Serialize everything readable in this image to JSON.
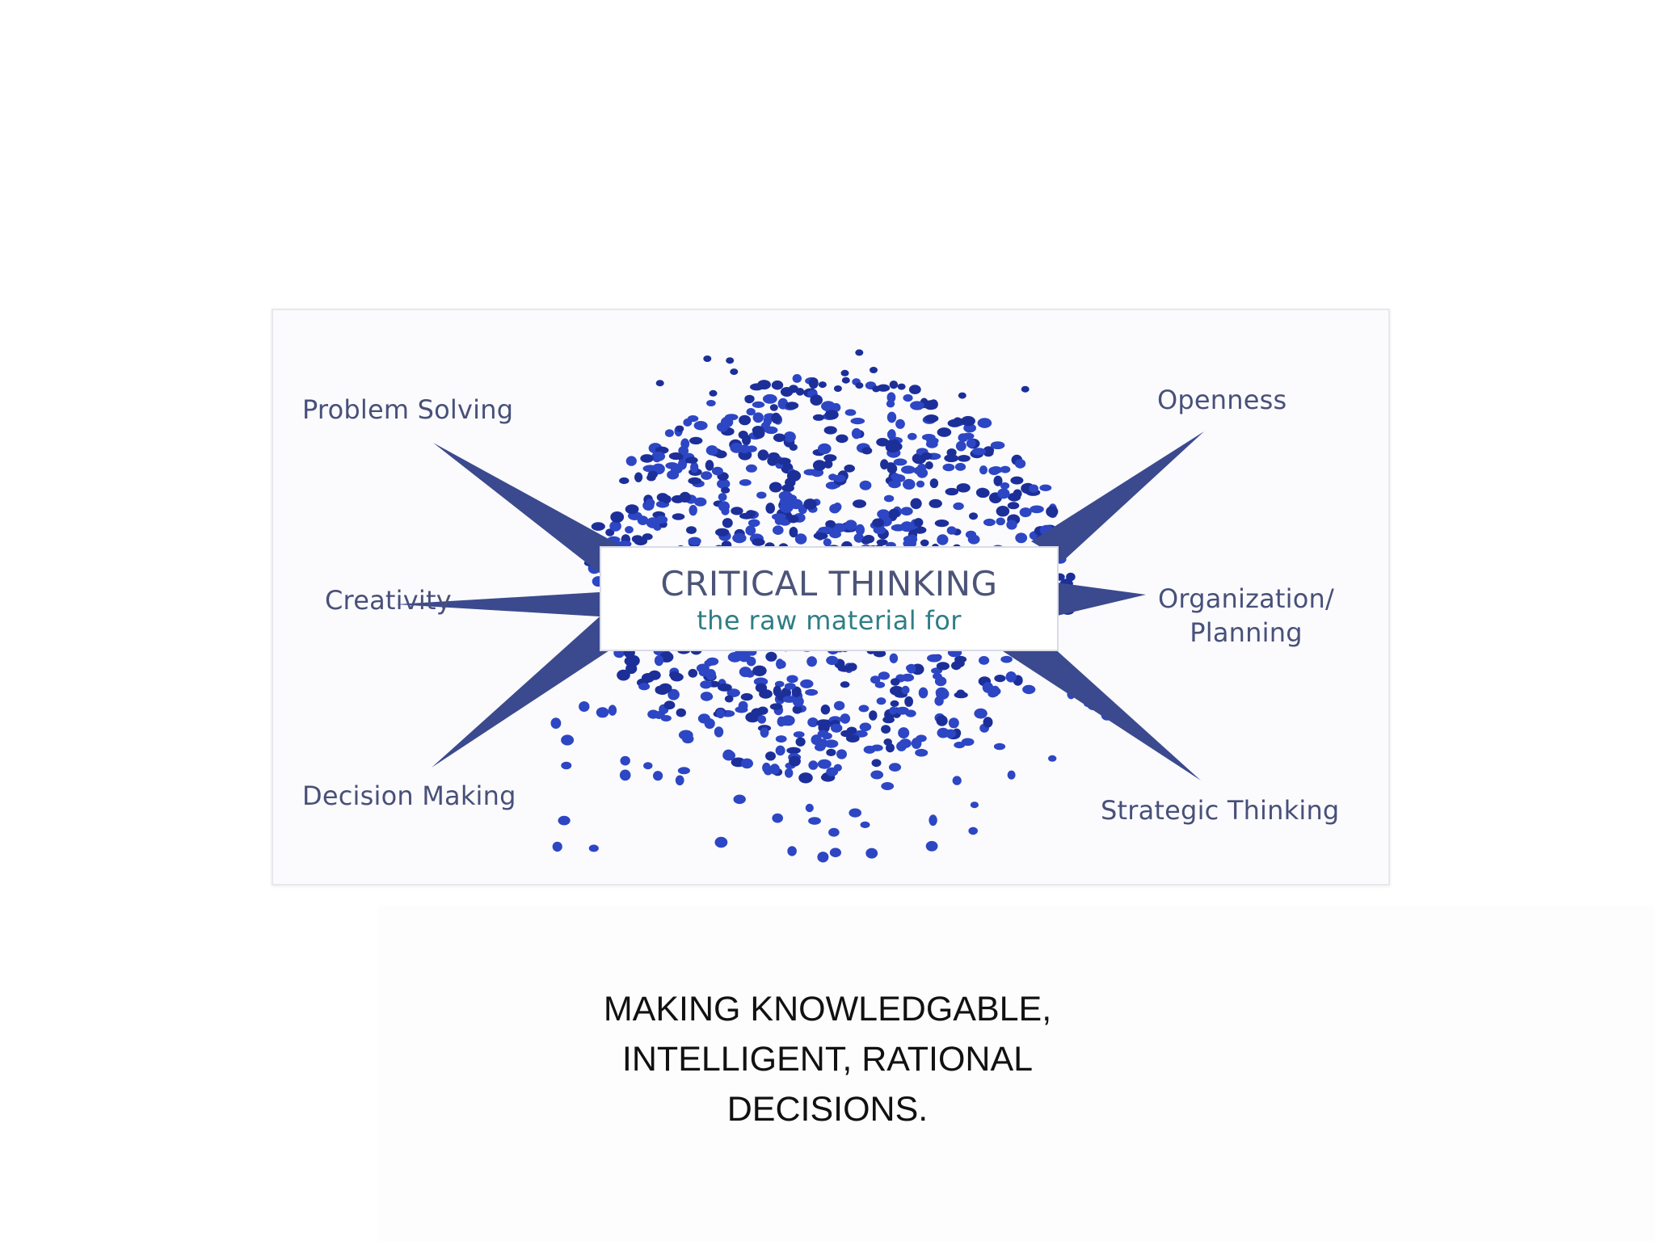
{
  "diagram": {
    "center_title": "CRITICAL THINKING",
    "center_subtitle": "the raw material for",
    "labels": {
      "problem_solving": "Problem Solving",
      "openness": "Openness",
      "creativity": "Creativity",
      "organization_line1": "Organization/",
      "organization_line2": "Planning",
      "decision_making": "Decision Making",
      "strategic_thinking": "Strategic Thinking"
    },
    "colors": {
      "spike": "#3b4a8e",
      "bead": "#2d46c4",
      "bead_dark": "#1c2f99",
      "label_text": "#48507a",
      "subtitle_text": "#2f7e86"
    }
  },
  "caption": {
    "line1": "MAKING KNOWLEDGABLE,",
    "line2": "INTELLIGENT, RATIONAL",
    "line3": "DECISIONS."
  }
}
